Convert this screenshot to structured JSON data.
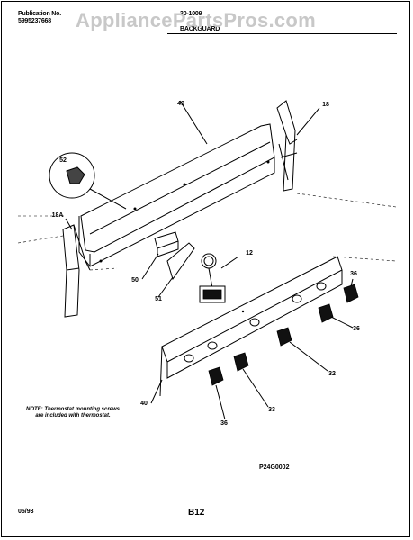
{
  "header": {
    "publication_label": "Publication No.",
    "publication_number": "5995237668",
    "doc_number": "30-1009",
    "section_title": "BACKGUARD"
  },
  "watermark": "AppliancePartsPros.com",
  "callouts": {
    "p49": "49",
    "p18": "18",
    "p52": "52",
    "p18a": "18A",
    "p12": "12",
    "p50": "50",
    "p51": "51",
    "p36a": "36",
    "p36b": "36",
    "p36c": "36",
    "p32": "32",
    "p33": "33",
    "p40": "40"
  },
  "note": "NOTE: Thermostat mounting screws are included with thermostat.",
  "figure_code": "P24G0002",
  "footer": {
    "date": "05/93",
    "page": "B12"
  }
}
